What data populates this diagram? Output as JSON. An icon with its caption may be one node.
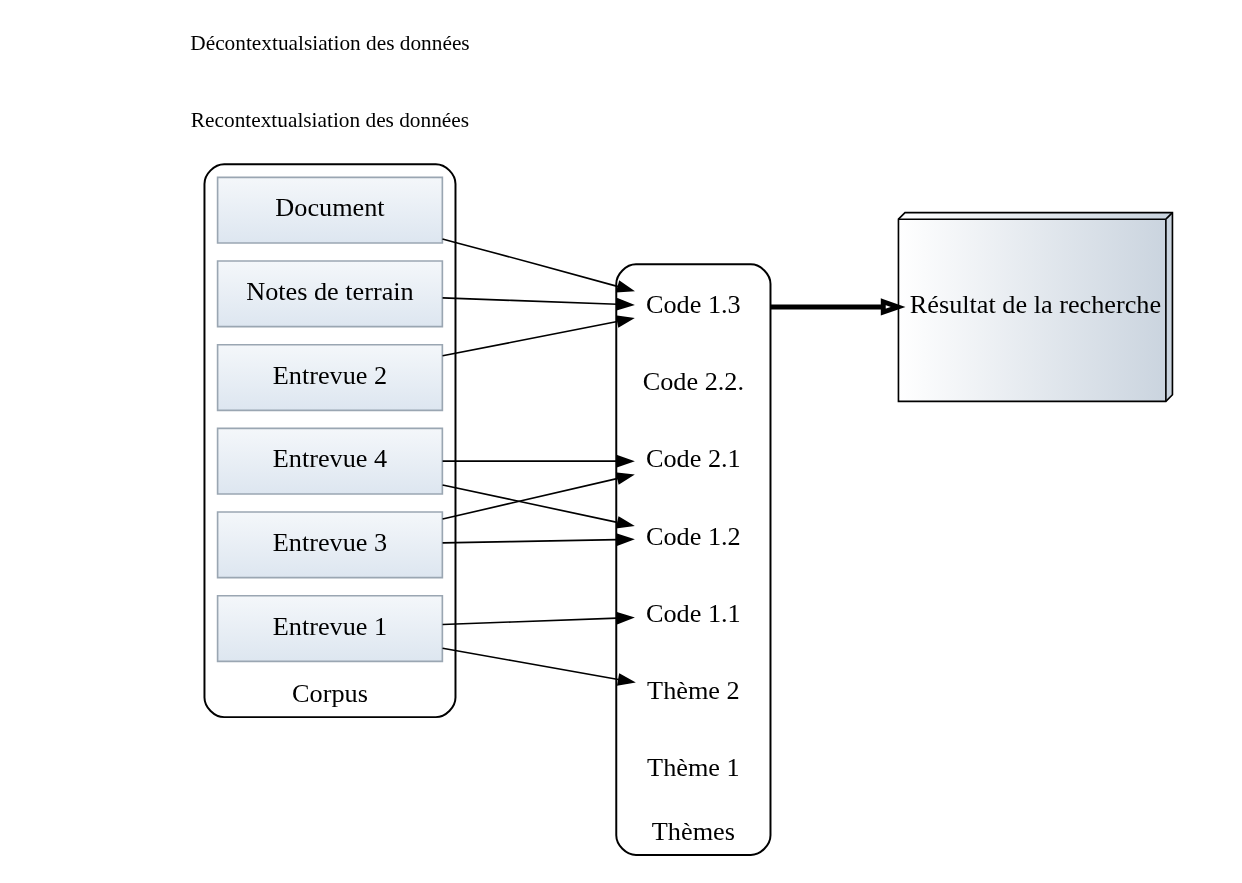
{
  "diagram": {
    "nodes": [
      {
        "text": [
          "Corpus"
        ]
      },
      {
        "text": [
          "Entrevue 1"
        ],
        "in": 0
      },
      {
        "text": [
          "Entrevue 2"
        ],
        "in": 0
      },
      {
        "text": [
          "Entrevue 3"
        ],
        "in": 0
      },
      {
        "text": [
          "Entrevue 4"
        ],
        "in": 0
      },
      {
        "text": [
          "Document"
        ],
        "in": 0
      },
      {
        "text": [
          "Notes de terrain"
        ],
        "in": 0
      },
      {
        "text": [
          "Thèmes"
        ]
      },
      {
        "text": [
          "Thème 1"
        ],
        "in": 7
      },
      {
        "text": [
          "Code 1.1"
        ],
        "in": 7
      },
      {
        "text": [
          "Code 1.2"
        ],
        "in": 7
      },
      {
        "text": [
          "Code 1.3"
        ],
        "in": 7
      },
      {
        "text": [
          "Thème 2"
        ],
        "in": 7
      },
      {
        "text": [
          "Code 2.1"
        ],
        "in": 7
      },
      {
        "text": [
          "Code 2.2."
        ],
        "in": 7
      },
      {
        "text": [
          "Résultat de la recherche"
        ]
      }
    ],
    "edges": [
      {
        "from": 1,
        "to": 9,
        "arrow": "to"
      },
      {
        "from": 1,
        "to": 12,
        "arrow": "to"
      },
      {
        "from": 2,
        "to": 11,
        "arrow": "to"
      },
      {
        "from": 3,
        "to": 10,
        "arrow": "to"
      },
      {
        "from": 3,
        "to": 13,
        "arrow": "to"
      },
      {
        "from": 4,
        "to": 10,
        "arrow": "to"
      },
      {
        "from": 4,
        "to": 13,
        "arrow": "to"
      },
      {
        "from": 5,
        "to": 11,
        "arrow": "to"
      },
      {
        "from": 6,
        "to": 11,
        "arrow": "to"
      },
      {
        "from": 7,
        "to": 15,
        "arrow": "to",
        "style": "thick"
      }
    ],
    "labels": [
      "Décontextualsiation des données",
      "Recontextualsiation des données"
    ]
  }
}
